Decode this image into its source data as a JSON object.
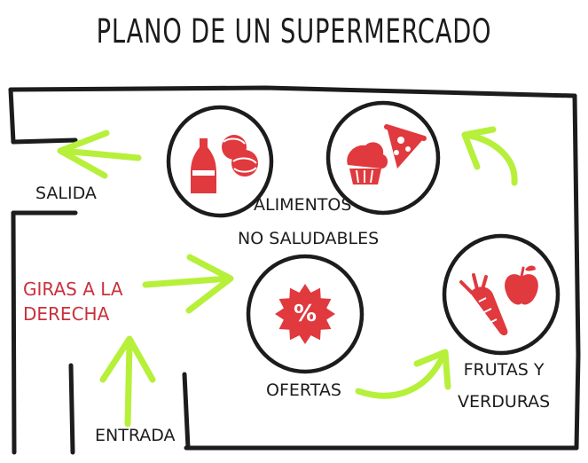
{
  "title": "PLANO DE UN SUPERMERCADO",
  "labels": {
    "salida": "SALIDA",
    "entrada": "ENTRADA",
    "giras_1": "GIRAS A LA",
    "giras_2": "DERECHA",
    "alimentos_1": "ALIMENTOS",
    "alimentos_2": "NO SALUDABLES",
    "ofertas": "OFERTAS",
    "frutas_1": "FRUTAS Y",
    "frutas_2": "VERDURAS",
    "percent": "%"
  },
  "icons": [
    "soda-bottle-icon",
    "cookies-icon",
    "cupcake-icon",
    "pizza-slice-icon",
    "discount-badge-icon",
    "carrot-icon",
    "apple-icon"
  ],
  "colors": {
    "ink": "#1c1c1c",
    "accent_red": "#e0393e",
    "label_red": "#c8323c",
    "arrow_green": "#b6f03a"
  }
}
